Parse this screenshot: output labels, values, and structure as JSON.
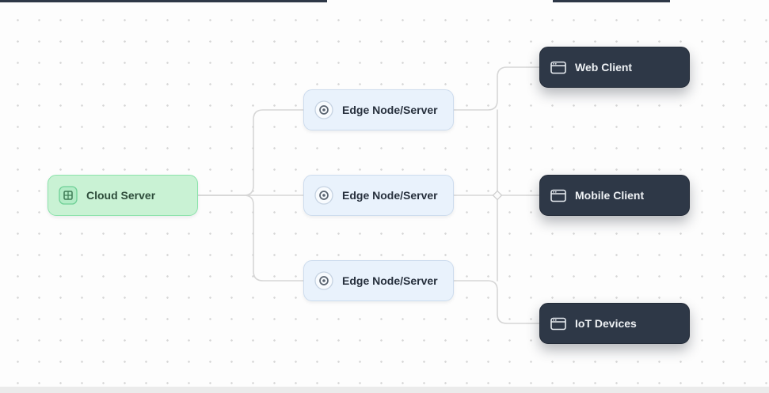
{
  "diagram": {
    "nodes": {
      "cloud_server": {
        "label": "Cloud Server"
      },
      "edge_node_1": {
        "label": "Edge Node/Server"
      },
      "edge_node_2": {
        "label": "Edge Node/Server"
      },
      "edge_node_3": {
        "label": "Edge Node/Server"
      },
      "web_client": {
        "label": "Web Client"
      },
      "mobile_client": {
        "label": "Mobile Client"
      },
      "iot_devices": {
        "label": "IoT Devices"
      }
    },
    "edges": [
      {
        "from": "cloud_server",
        "to": "edge_node_1"
      },
      {
        "from": "cloud_server",
        "to": "edge_node_2"
      },
      {
        "from": "cloud_server",
        "to": "edge_node_3"
      },
      {
        "from": "edge_node_1",
        "to": "web_client"
      },
      {
        "from": "edge_node_2",
        "to": "mobile_client"
      },
      {
        "from": "edge_node_3",
        "to": "iot_devices"
      }
    ],
    "icons": {
      "cloud_server": "server-grid-icon",
      "edge_node": "disc-icon",
      "web_client": "browser-window-icon",
      "mobile_client": "browser-window-icon",
      "iot_devices": "browser-window-icon",
      "junction": "diamond-junction-marker"
    },
    "colors": {
      "cloud_bg": "#c9f2d4",
      "cloud_border": "#8ce3ab",
      "edge_bg": "#e9f2fc",
      "edge_border": "#cddcee",
      "client_bg": "#2e3847",
      "connector": "#d6d6d6",
      "grid_dot": "#d6d6d6"
    }
  }
}
